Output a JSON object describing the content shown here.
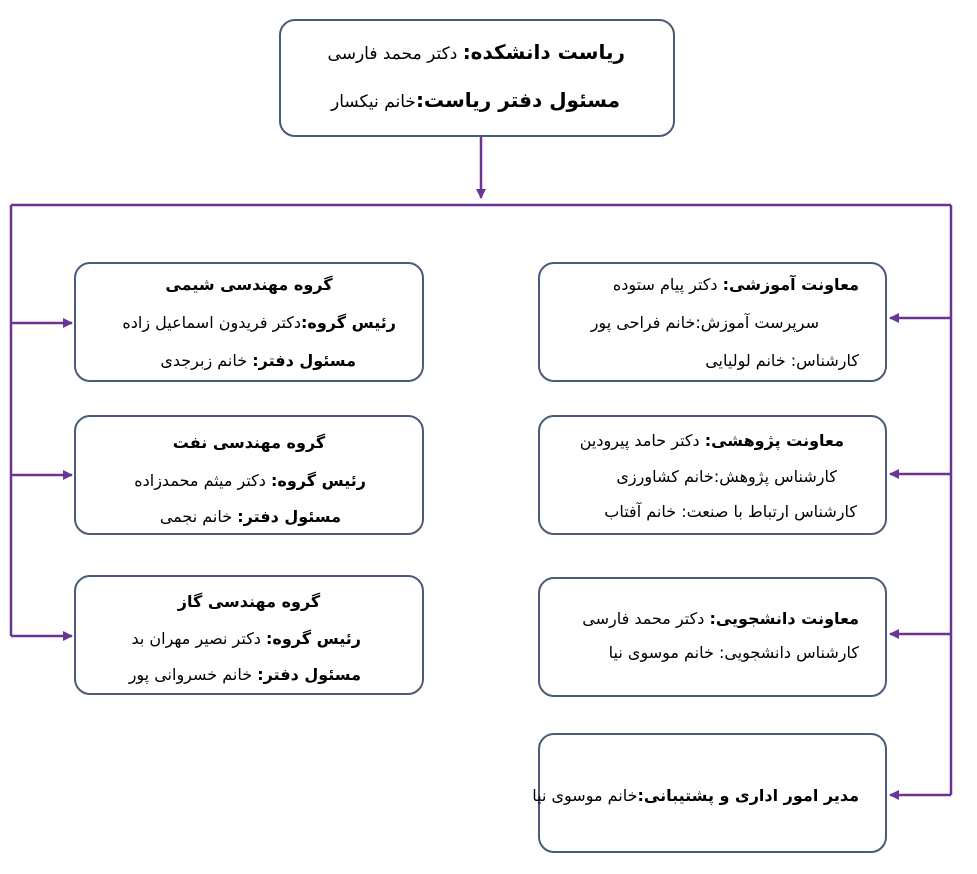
{
  "theme": {
    "line_color": "#6a3494",
    "box_border": "#4a5a78"
  },
  "top": {
    "dean_label": "ریاست دانشکده:",
    "dean_name": " دکتر محمد فارسی",
    "office_label": "مسئول دفتر ریاست:",
    "office_name": "خانم نیکسار"
  },
  "academic": {
    "line1_label": "معاونت آموزشی:",
    "line1_value": " دکتر پیام ستوده",
    "line2_label": "سرپرست آموزش:",
    "line2_value": "خانم فراحی پور",
    "line3_label": "کارشناس:",
    "line3_value": " خانم لولیایی"
  },
  "research": {
    "line1_label": "معاونت پژوهشی:",
    "line1_value": " دکتر حامد پیرودین",
    "line2_label": "کارشناس پژوهش:",
    "line2_value": "خانم کشاورزی",
    "line3_label": "کارشناس ارتباط با صنعت:",
    "line3_value": " خانم آفتاب"
  },
  "student": {
    "line1_label": "معاونت دانشجویی:",
    "line1_value": " دکتر محمد فارسی",
    "line2_label": "کارشناس دانشجویی:",
    "line2_value": " خانم موسوی نیا"
  },
  "admin": {
    "line1_label": "مدیر امور اداری و پشتیبانی:",
    "line1_value": "خانم موسوی نیا"
  },
  "chemical": {
    "title": "گروه مهندسی شیمی",
    "head_label": "رئیس گروه:",
    "head_value": "دکتر فریدون اسماعیل زاده",
    "office_label": "مسئول دفتر:",
    "office_value": " خانم زبرجدی"
  },
  "petroleum": {
    "title": "گروه مهندسی نفت",
    "head_label": "رئیس گروه:",
    "head_value": " دکتر میثم محمدزاده",
    "office_label": "مسئول دفتر:",
    "office_value": " خانم نجمی"
  },
  "gas": {
    "title": "گروه مهندسی گاز",
    "head_label": "رئیس گروه:",
    "head_value": " دکتر نصیر مهران بد",
    "office_label": "مسئول دفتر:",
    "office_value": " خانم خسروانی پور"
  }
}
